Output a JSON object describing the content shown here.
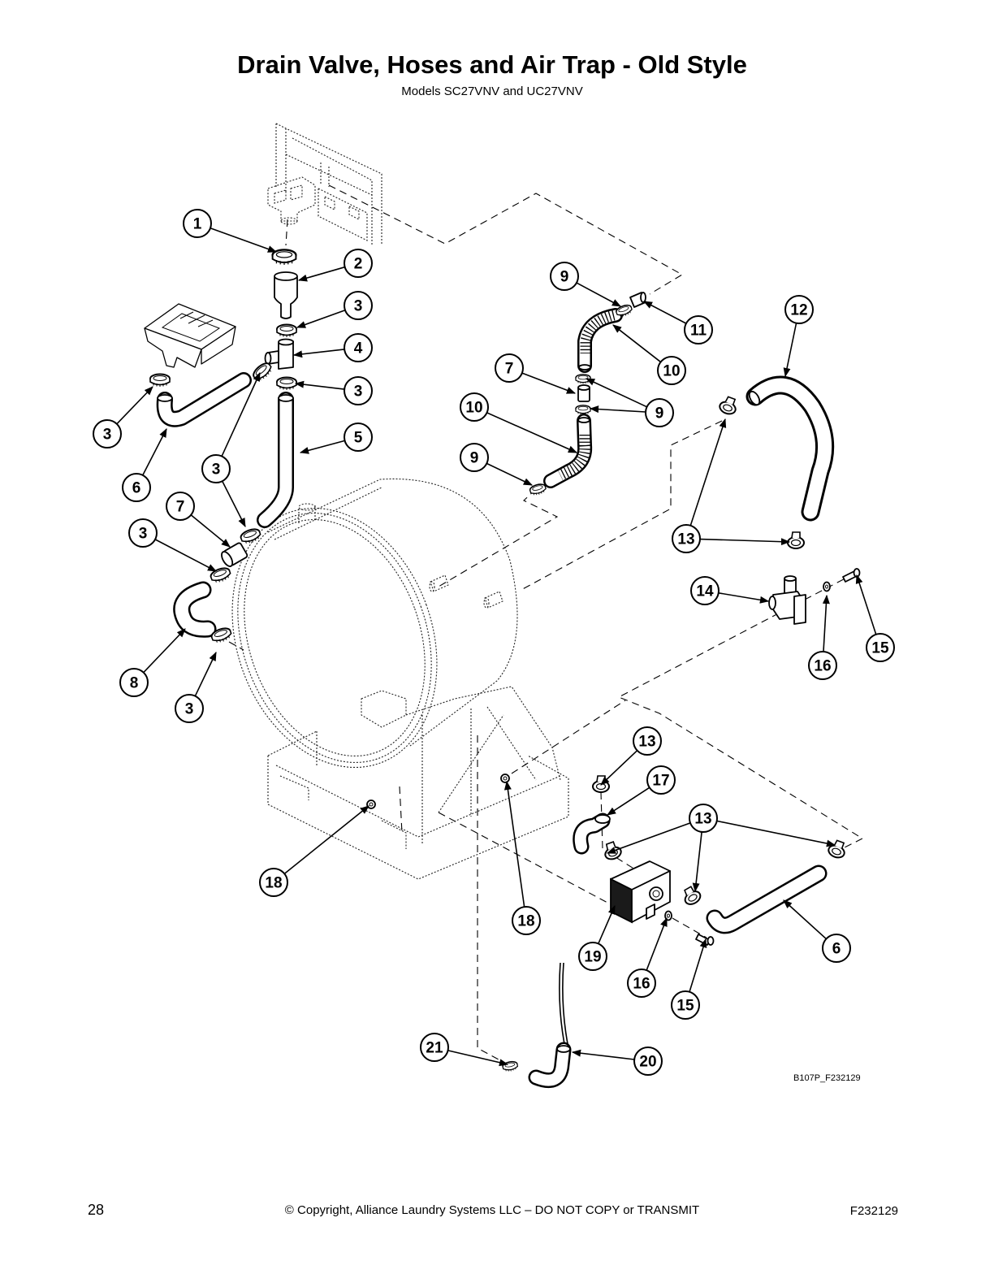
{
  "page": {
    "title": "Drain Valve, Hoses and Air Trap - Old Style",
    "subtitle": "Models SC27VNV and UC27VNV"
  },
  "diagram": {
    "figure_code": "B107P_F232129",
    "callouts": [
      "1",
      "2",
      "3",
      "4",
      "3",
      "5",
      "3",
      "6",
      "3",
      "7",
      "3",
      "8",
      "3",
      "9",
      "11",
      "10",
      "7",
      "9",
      "10",
      "9",
      "12",
      "13",
      "14",
      "15",
      "16",
      "13",
      "17",
      "13",
      "6",
      "18",
      "18",
      "19",
      "16",
      "15",
      "21",
      "20"
    ]
  },
  "footer": {
    "page_number": "28",
    "copyright": "© Copyright, Alliance Laundry Systems LLC – DO NOT COPY or TRANSMIT",
    "document_id": "F232129"
  }
}
